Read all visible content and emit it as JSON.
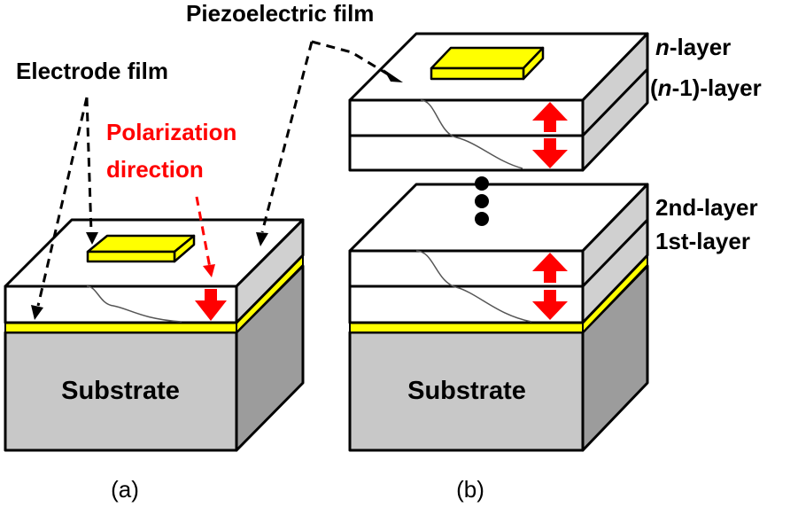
{
  "labels": {
    "piezoelectric_film": "Piezoelectric film",
    "electrode_film": "Electrode film",
    "polarization_line1": "Polarization",
    "polarization_line2": "direction",
    "n_layer_italic": "n",
    "n_layer_rest": "-layer",
    "n1_open": "(",
    "n1_italic": "n",
    "n1_rest": "-1)-layer",
    "second_layer": "2nd-layer",
    "first_layer": "1st-layer"
  },
  "panel_a": {
    "caption": "(a)",
    "substrate": "Substrate"
  },
  "panel_b": {
    "caption": "(b)",
    "substrate": "Substrate"
  },
  "colors": {
    "electrode": "#ffff00",
    "polarization": "#ff0000",
    "substrate_front": "#c8c8c8",
    "substrate_side": "#9c9c9c",
    "film_front": "#ffffff",
    "film_side": "#d0d0d0",
    "outline": "#000000"
  }
}
